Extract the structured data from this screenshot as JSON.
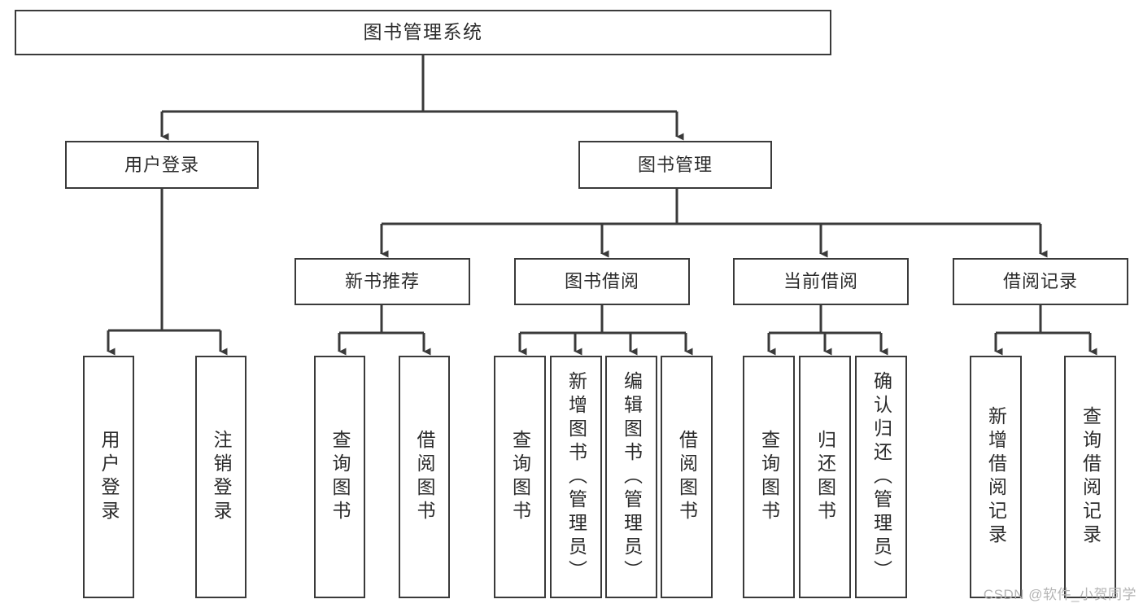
{
  "diagram": {
    "type": "tree",
    "title": "图书管理系统",
    "colors": {
      "box_border": "#3a3a3a",
      "box_fill": "#ffffff",
      "connector": "#3a3a3a",
      "text": "#2b2b2b",
      "background": "#ffffff",
      "watermark": "#b4b4b4"
    },
    "root": {
      "label": "图书管理系统"
    },
    "level2": [
      {
        "label": "用户登录"
      },
      {
        "label": "图书管理"
      }
    ],
    "level3": [
      {
        "label": "新书推荐"
      },
      {
        "label": "图书借阅"
      },
      {
        "label": "当前借阅"
      },
      {
        "label": "借阅记录"
      }
    ],
    "leaves_user_login": [
      {
        "label": "用户登录"
      },
      {
        "label": "注销登录"
      }
    ],
    "leaves_new_book": [
      {
        "label": "查询图书"
      },
      {
        "label": "借阅图书"
      }
    ],
    "leaves_book_borrow": [
      {
        "label": "查询图书"
      },
      {
        "label": "新增图书（管理员）"
      },
      {
        "label": "编辑图书（管理员）"
      },
      {
        "label": "借阅图书"
      }
    ],
    "leaves_current_borrow": [
      {
        "label": "查询图书"
      },
      {
        "label": "归还图书"
      },
      {
        "label": "确认归还（管理员）"
      }
    ],
    "leaves_borrow_record": [
      {
        "label": "新增借阅记录"
      },
      {
        "label": "查询借阅记录"
      }
    ]
  },
  "watermark": {
    "text": "CSDN @软件_小贺同学"
  }
}
